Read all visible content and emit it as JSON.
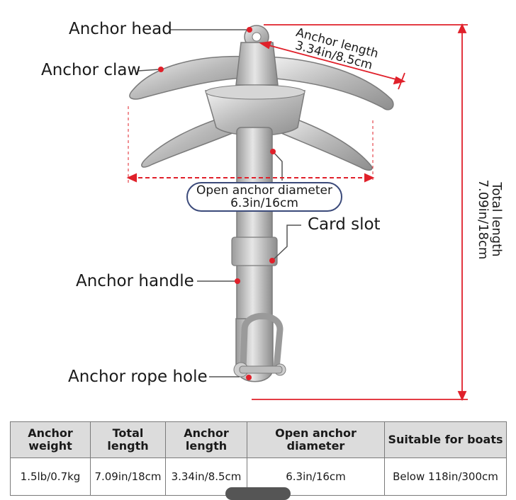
{
  "labels": {
    "anchor_head": "Anchor head",
    "anchor_claw": "Anchor claw",
    "anchor_length_title": "Anchor length",
    "anchor_length_value": "3.34in/8.5cm",
    "open_diameter_title": "Open anchor diameter",
    "open_diameter_value": "6.3in/16cm",
    "card_slot": "Card slot",
    "anchor_handle": "Anchor handle",
    "anchor_rope_hole": "Anchor rope hole",
    "total_length_title": "Total length",
    "total_length_value": "7.09in/18cm"
  },
  "colors": {
    "marker_red": "#e0202a",
    "box_border": "#3b4a7a",
    "table_header": "#dcdcdc"
  },
  "table": {
    "headers": {
      "weight": "Anchor weight",
      "total": "Total length",
      "anchor_len": "Anchor length",
      "open_diam": "Open anchor diameter",
      "boats": "Suitable for boats"
    },
    "row": {
      "weight": "1.5lb/0.7kg",
      "total": "7.09in/18cm",
      "anchor_len": "3.34in/8.5cm",
      "open_diam": "6.3in/16cm",
      "boats": "Below 118in/300cm"
    }
  }
}
